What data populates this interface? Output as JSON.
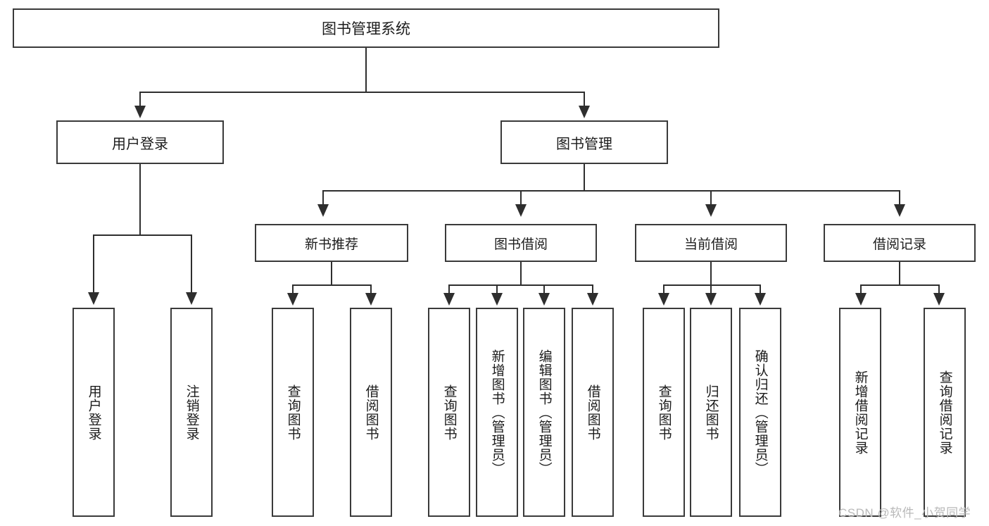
{
  "diagram": {
    "type": "tree",
    "title": "图书管理系统",
    "root": {
      "label": "图书管理系统"
    },
    "level2": [
      {
        "label": "用户登录"
      },
      {
        "label": "图书管理"
      }
    ],
    "level3": [
      {
        "label": "新书推荐"
      },
      {
        "label": "图书借阅"
      },
      {
        "label": "当前借阅"
      },
      {
        "label": "借阅记录"
      }
    ],
    "leaves": {
      "user_login": [
        {
          "label": "用户登录"
        },
        {
          "label": "注销登录"
        }
      ],
      "new_book_recommend": [
        {
          "label": "查询图书"
        },
        {
          "label": "借阅图书"
        }
      ],
      "book_borrow": [
        {
          "label": "查询图书"
        },
        {
          "label": "新增图书（管理员）"
        },
        {
          "label": "编辑图书（管理员）"
        },
        {
          "label": "借阅图书"
        }
      ],
      "current_borrow": [
        {
          "label": "查询图书"
        },
        {
          "label": "归还图书"
        },
        {
          "label": "确认归还（管理员）"
        }
      ],
      "borrow_record": [
        {
          "label": "新增借阅记录"
        },
        {
          "label": "查询借阅记录"
        }
      ]
    }
  },
  "watermark": {
    "text": "CSDN @软件_小贺同学"
  },
  "colors": {
    "border": "#3a3a3a",
    "line": "#2e2e2e",
    "text": "#1c1c1c",
    "background": "#ffffff",
    "watermark": "#b9b9b9"
  }
}
